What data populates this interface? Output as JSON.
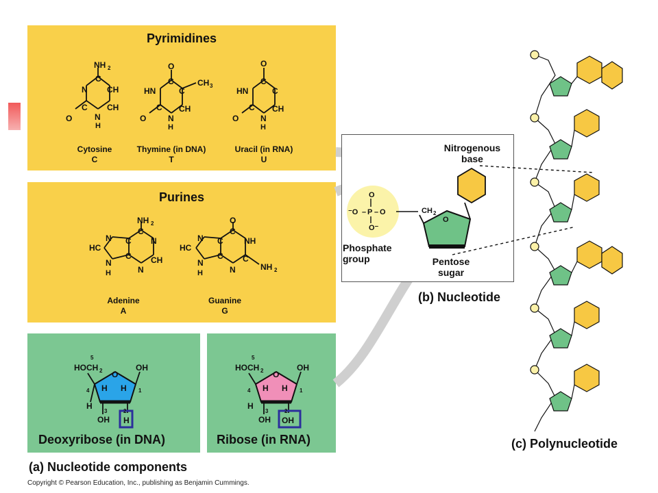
{
  "pyrimidines": {
    "title": "Pyrimidines",
    "cytosine": {
      "name": "Cytosine",
      "letter": "C"
    },
    "thymine": {
      "name": "Thymine (in DNA)",
      "letter": "T"
    },
    "uracil": {
      "name": "Uracil (in RNA)",
      "letter": "U"
    }
  },
  "purines": {
    "title": "Purines",
    "adenine": {
      "name": "Adenine",
      "letter": "A"
    },
    "guanine": {
      "name": "Guanine",
      "letter": "G"
    }
  },
  "sugars": {
    "deoxyribose_label": "Deoxyribose (in DNA)",
    "ribose_label": "Ribose (in RNA)"
  },
  "nucleotide": {
    "nitrogenous_base": "Nitrogenous base",
    "phosphate_group": "Phosphate group",
    "pentose_sugar": "Pentose sugar",
    "caption": "(b) Nucleotide"
  },
  "captions": {
    "components": "(a) Nucleotide components",
    "polynucleotide": "(c) Polynucleotide"
  },
  "copyright": "Copyright © Pearson Education, Inc., publishing as Benjamin Cummings.",
  "colors": {
    "panel_yellow": "#f9d04a",
    "panel_green": "#7cc792",
    "base_yellow": "#f7c843",
    "sugar_green": "#6fc287",
    "deoxyribose_blue": "#2aa4e8",
    "ribose_pink": "#f08fb8",
    "highlight_box": "#2b2f9c"
  }
}
